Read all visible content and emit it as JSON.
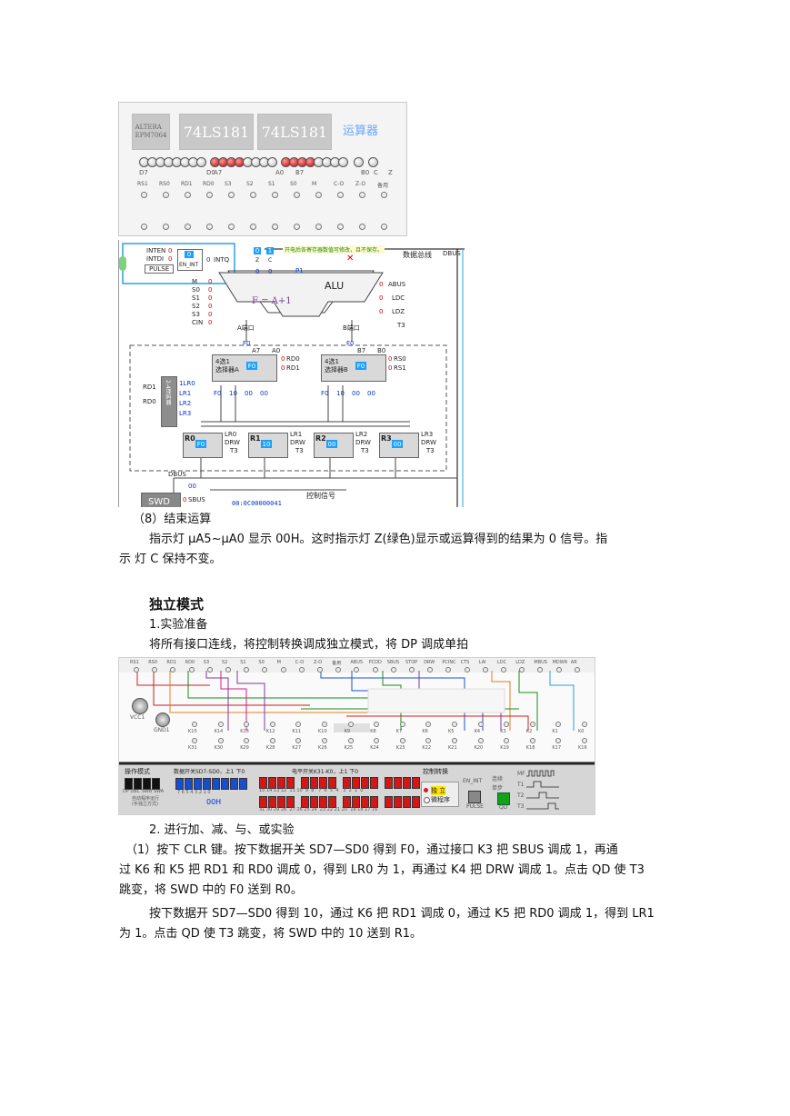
{
  "fig1": {
    "chips": [
      "ALTERA\nEPM7064",
      "74LS181",
      "74LS181",
      "运算器"
    ],
    "bus_labels": [
      "D7",
      "D0",
      "A7",
      "A0",
      "B7",
      "B0",
      "C",
      "Z"
    ],
    "pins": [
      "RS1",
      "RS0",
      "RD1",
      "RD0",
      "S3",
      "S2",
      "S1",
      "S0",
      "M",
      "C-O",
      "Z-O",
      "备用"
    ]
  },
  "fig2": {
    "notice": "开电后各寄存器数值可修改，且不保存。",
    "bus_title": "数据总线",
    "dbus": "DBUS",
    "inten": "INTEN",
    "intdi": "INTDI",
    "pulse": "PULSE",
    "en_int": "EN_INT",
    "intq": "INTQ",
    "zero": "0",
    "one": "1",
    "z": "Z",
    "c": "C",
    "p1": "P1",
    "alu": "ALU",
    "formula": "F = A+1",
    "ctrl": [
      "M",
      "S0",
      "S1",
      "S2",
      "S3",
      "CIN"
    ],
    "port_a": "A端口",
    "port_b": "B端口",
    "abus": "ABUS",
    "ldc": "LDC",
    "ldz": "LDZ",
    "t3": "T3",
    "f0": "F0",
    "a7": "A7",
    "a0": "A0",
    "b7": "B7",
    "b0": "B0",
    "mux_a": "4选1\n选择器A",
    "mux_b": "4选1\n选择器B",
    "rd0": "RD0",
    "rd1": "RD1",
    "rs0": "RS0",
    "rs1": "RS1",
    "mux_inputs": [
      "F0",
      "10",
      "00",
      "00"
    ],
    "decoder": "2-4译码器",
    "lr": [
      "LR0",
      "LR1",
      "LR2",
      "LR3"
    ],
    "regs": [
      {
        "name": "R0",
        "val": "F0",
        "lr": "LR0"
      },
      {
        "name": "R1",
        "val": "10",
        "lr": "LR1"
      },
      {
        "name": "R2",
        "val": "00",
        "lr": "LR2"
      },
      {
        "name": "R3",
        "val": "00",
        "lr": "LR3"
      }
    ],
    "drw": "DRW",
    "swd": "SWD",
    "sbus": "SBUS",
    "swd_val": "00",
    "addr": "00:0C00000041",
    "ctrl_signal": "控制信号",
    "lrl0": "1LR0",
    "rd1_in": "RD1",
    "rd0_in": "RD0"
  },
  "text": {
    "s8_title": "（8）结束运算",
    "s8_line1": "指示灯  μA5~μA0  显示  00H。这时指示灯  Z(绿色)显示或运算得到的结果为  0  信号。指",
    "s8_line2": "示  灯  C  保持不变。",
    "heading": "独立模式",
    "prep_title": "1.实验准备",
    "prep_text": "将所有接口连线，将控制转换调成独立模式，将 DP 调成单拍",
    "exp_title": "2. 进行加、减、与、或实验",
    "p1_l1": "（1）按下 CLR 键。按下数据开关 SD7—SD0 得到 F0，通过接口 K3 把 SBUS 调成 1，再通",
    "p1_l2": "过 K6 和 K5 把 RD1 和 RD0 调成 0，得到 LR0 为 1，再通过 K4 把 DRW 调成 1。点击 QD 使 T3",
    "p1_l3": "跳变，将 SWD 中的 F0 送到 R0。",
    "p2_l1": "按下数据开 SD7—SD0 得到 10，通过 K6 把 RD1 调成 0，通过 K5 把 RD0 调成 1，得到 LR1",
    "p2_l2": "为 1。点击 QD 使 T3 跳变，将 SWD 中的 10 送到 R1。"
  },
  "fig3": {
    "top_pins": [
      "RS1",
      "RS0",
      "RD1",
      "RD0",
      "S3",
      "S2",
      "S1",
      "S0",
      "M",
      "C-O",
      "Z-O",
      "备用",
      "ABUS",
      "PCDD",
      "SBUS",
      "STOP",
      "DRW",
      "PCINC",
      "CTS",
      "LAI",
      "LDC",
      "LDZ",
      "MBUS",
      "MDWR",
      "AR"
    ],
    "k_row1": [
      "K15",
      "K14",
      "K13",
      "K12",
      "K11",
      "K10",
      "K9",
      "K8",
      "K7",
      "K6",
      "K5",
      "K4",
      "K3",
      "K2",
      "K1",
      "K0"
    ],
    "k_row2": [
      "K31",
      "K30",
      "K29",
      "K28",
      "K27",
      "K26",
      "K25",
      "K24",
      "K23",
      "K22",
      "K21",
      "K20",
      "K19",
      "K18",
      "K17",
      "K16"
    ],
    "vcc": "VCC1",
    "gnd": "GND1",
    "op_mode": "操作模式",
    "op_labels": "DP  DBC  SWB  SWA",
    "op_note": "自动程序运行\n(手独立方式)",
    "data_sw": "数据开关SD7-SD0，上1 下0",
    "data_nums": "7  6  5  4  3  2  1  0",
    "data_val": "00H",
    "level_sw": "电平开关K31-K0，上1 下0",
    "level_top": "15 14 13 12  11 10  9  8   7  6  5  4   3  2  1  0",
    "level_bot": "31 30 29 28  27 26 25 24  23 22 21 20  19 18 17 16",
    "ctrl_switch": "控制转换",
    "ctrl_opt1": "独  立",
    "ctrl_opt2": "微程序",
    "en_int": "EN_INT",
    "pulse": "PULSE",
    "run": "连续",
    "step": "单步",
    "qd": "QD",
    "mf": "MF",
    "t1": "T1",
    "t2": "T2",
    "t3": "T3"
  }
}
